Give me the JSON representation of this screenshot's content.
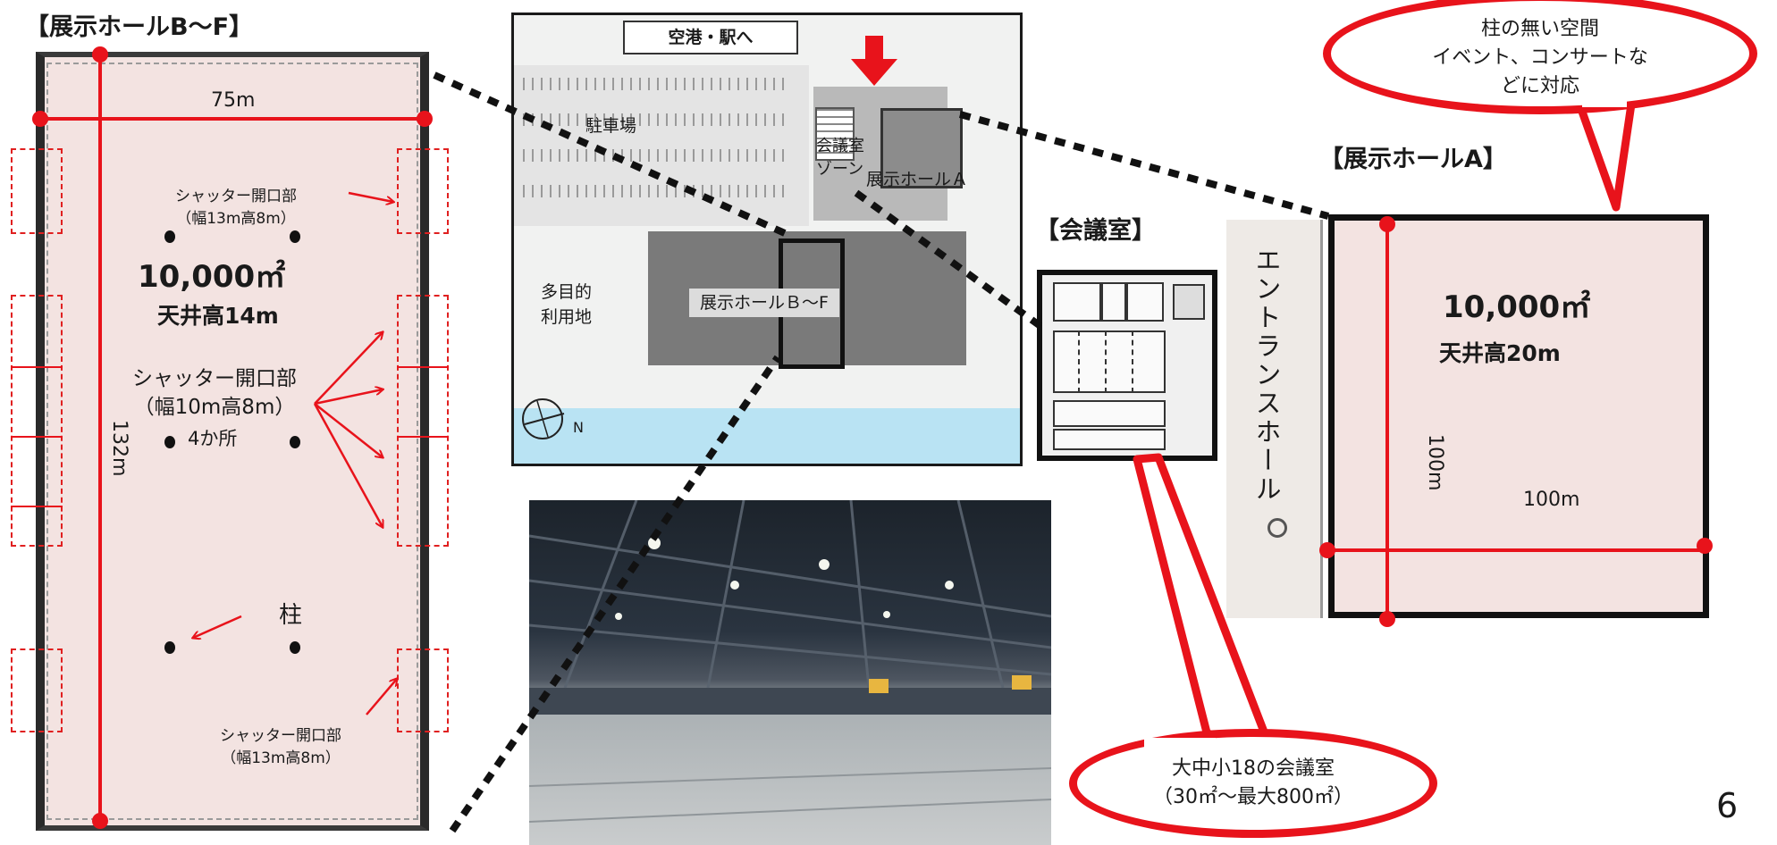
{
  "hall_bf": {
    "heading": "【展示ホールB〜F】",
    "width_label": "75m",
    "length_label": "132m",
    "shutter_top": [
      "シャッター開口部",
      "（幅13m高8m）"
    ],
    "area": "10,000㎡",
    "ceiling": "天井高14m",
    "shutter_mid": [
      "シャッター開口部",
      "（幅10m高8m）"
    ],
    "shutter_mid_count": "4か所",
    "pillar": "柱",
    "shutter_bottom": [
      "シャッター開口部",
      "（幅13m高8m）"
    ]
  },
  "site_map": {
    "access_label": "空港・駅へ",
    "parking": "駐車場",
    "meeting_zone": [
      "会議室",
      "ゾーン"
    ],
    "hall_a": "展示ホールＡ",
    "multi_use": [
      "多目的",
      "利用地"
    ],
    "hall_bf": "展示ホールＢ〜F",
    "compass_n": "N"
  },
  "meeting_room": {
    "heading": "【会議室】",
    "bubble": [
      "大中小18の会議室",
      "（30㎡〜最大800㎡）"
    ]
  },
  "hall_a": {
    "heading": "【展示ホールA】",
    "bubble": [
      "柱の無い空間",
      "イベント、コンサートな",
      "どに対応"
    ],
    "entrance": "エントランスホール",
    "area": "10,000㎡",
    "ceiling": "天井高20m",
    "height_label": "100m",
    "width_label": "100m"
  },
  "page_number": "6",
  "colors": {
    "accent_red": "#e8131b",
    "floor_pink": "#f3e3e1"
  }
}
